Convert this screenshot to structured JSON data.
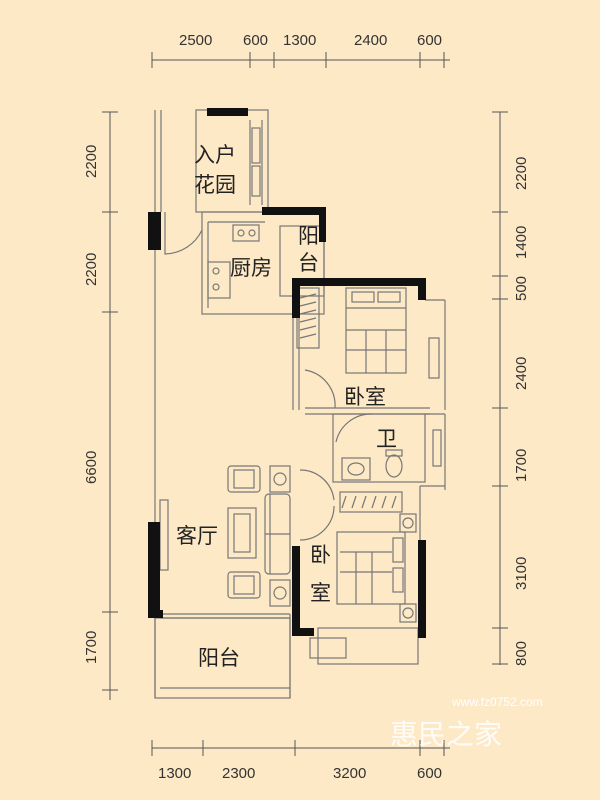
{
  "dimensions": {
    "top": [
      "2500",
      "600",
      "1300",
      "2400",
      "600"
    ],
    "bottom": [
      "1300",
      "2300",
      "3200",
      "600"
    ],
    "left": [
      "2200",
      "2200",
      "6600",
      "1700"
    ],
    "right": [
      "2200",
      "1400",
      "500",
      "2400",
      "1700",
      "3100",
      "800"
    ]
  },
  "rooms": {
    "entry_garden_line1": "入户",
    "entry_garden_line2": "花园",
    "kitchen": "厨房",
    "balcony_small_1": "阳",
    "balcony_small_2": "台",
    "bedroom_top_1": "卧",
    "bedroom_top_2": "室",
    "bathroom": "卫",
    "living_room": "客厅",
    "bedroom_bottom_1": "卧",
    "bedroom_bottom_2": "室",
    "balcony_main": "阳台"
  },
  "watermark": {
    "url": "www.fz0752.com",
    "name": "惠民之家"
  },
  "colors": {
    "background": "#fde9c6",
    "wall": "#111111",
    "line": "#777777"
  }
}
